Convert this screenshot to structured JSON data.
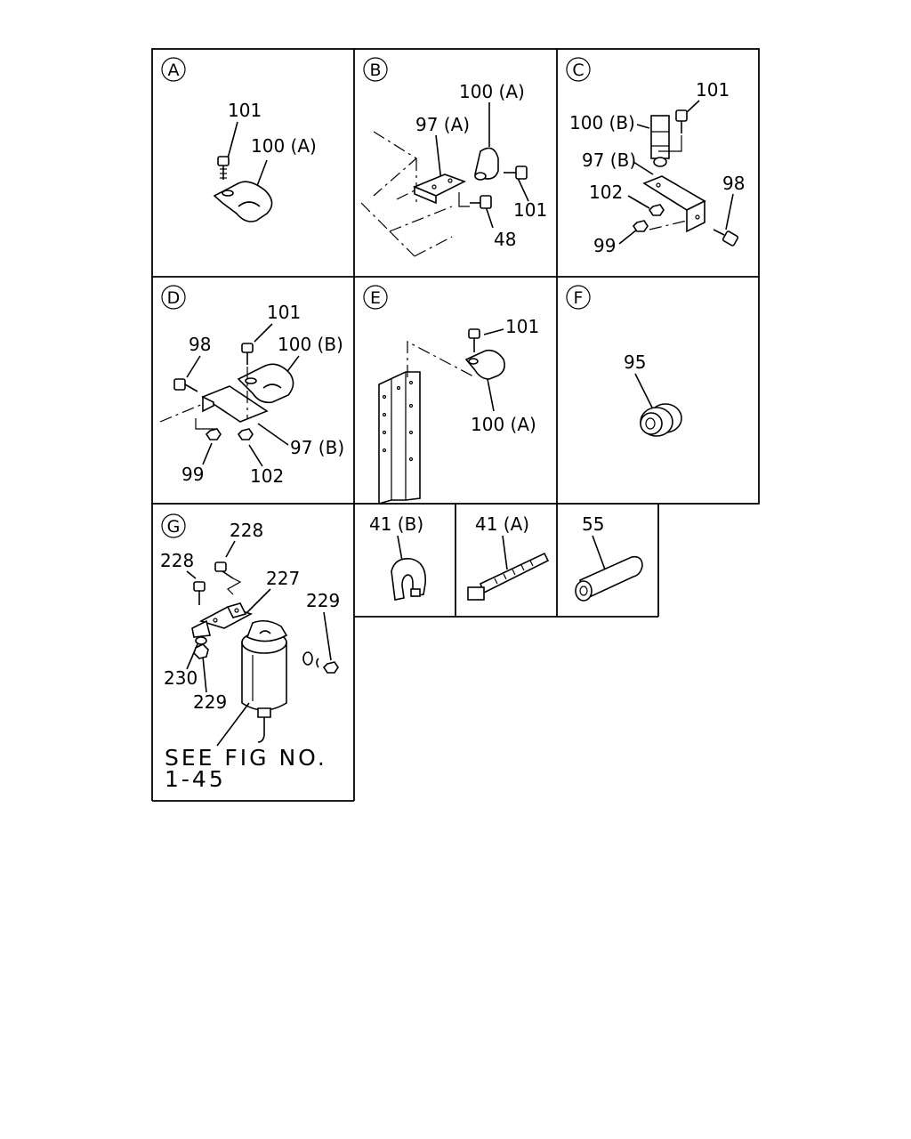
{
  "panels": [
    {
      "id": "A",
      "letter": "A",
      "labels": [
        "101",
        "100 (A)"
      ]
    },
    {
      "id": "B",
      "letter": "B",
      "labels": [
        "100 (A)",
        "97 (A)",
        "101",
        "48"
      ]
    },
    {
      "id": "C",
      "letter": "C",
      "labels": [
        "101",
        "100 (B)",
        "97 (B)",
        "102",
        "98",
        "99"
      ]
    },
    {
      "id": "D",
      "letter": "D",
      "labels": [
        "101",
        "98",
        "100 (B)",
        "97 (B)",
        "99",
        "102"
      ]
    },
    {
      "id": "E",
      "letter": "E",
      "labels": [
        "101",
        "100 (A)"
      ]
    },
    {
      "id": "F",
      "letter": "F",
      "labels": [
        "95"
      ]
    },
    {
      "id": "G",
      "letter": "G",
      "labels": [
        "228",
        "228",
        "227",
        "229",
        "230",
        "229"
      ],
      "note_line1": "SEE FIG NO.",
      "note_line2": "1-45"
    },
    {
      "id": "41B",
      "labels": [
        "41 (B)"
      ]
    },
    {
      "id": "41A",
      "labels": [
        "41 (A)"
      ]
    },
    {
      "id": "55",
      "labels": [
        "55"
      ]
    }
  ]
}
